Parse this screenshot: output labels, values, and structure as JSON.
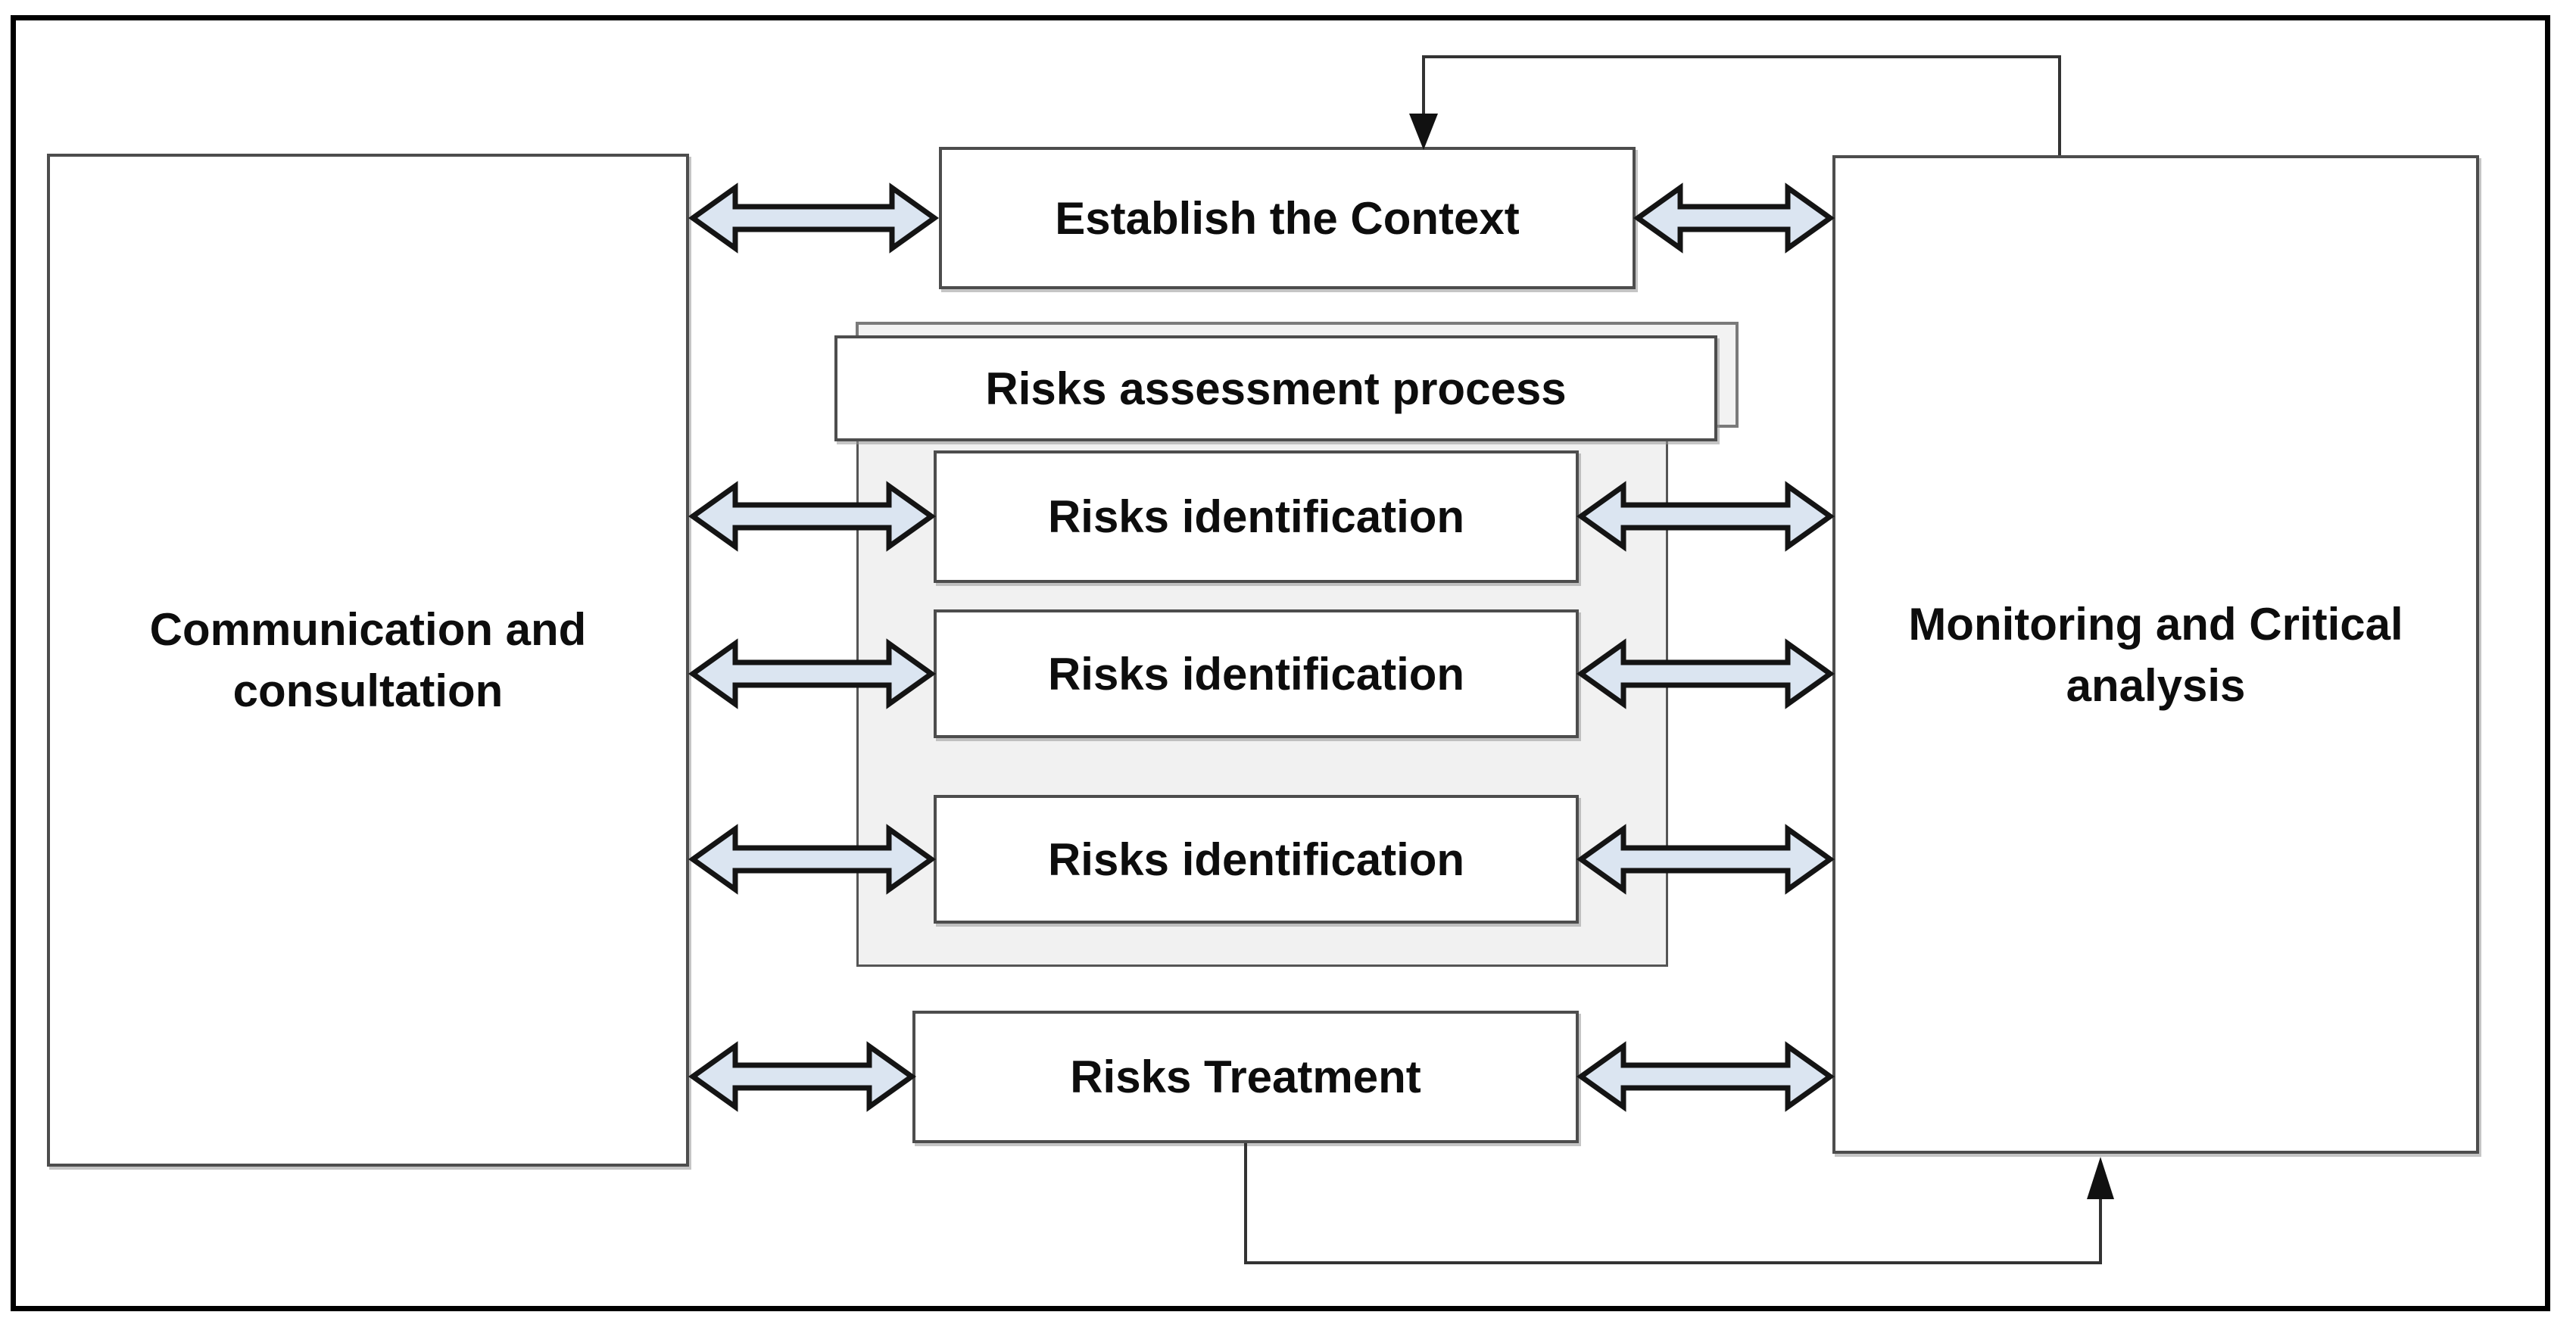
{
  "diagram": {
    "left_box": {
      "label": "Communication and consultation"
    },
    "right_box": {
      "label": "Monitoring and Critical analysis"
    },
    "establish_box": {
      "label": "Establish the Context"
    },
    "assessment_box": {
      "label": "Risks assessment process"
    },
    "identification_boxes": [
      {
        "label": "Risks identification"
      },
      {
        "label": "Risks identification"
      },
      {
        "label": "Risks identification"
      }
    ],
    "treatment_box": {
      "label": "Risks Treatment"
    },
    "colors": {
      "arrow_fill": "#dbe5f1",
      "arrow_stroke": "#141414",
      "box_border": "#4d4d4d",
      "panel_fill": "#f1f1f1",
      "panel_border": "#555555",
      "feedback_line": "#333333",
      "frame_border": "#000000",
      "text": "#0d0d0d"
    }
  }
}
